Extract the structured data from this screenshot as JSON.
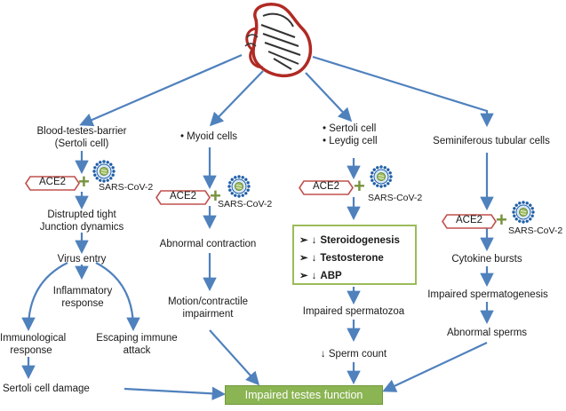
{
  "col1": {
    "header": "Blood-testes-barrier\n(Sertoli cell)",
    "ace2": "ACE2",
    "virus": "SARS-CoV-2",
    "step1": "Distrupted tight\nJunction dynamics",
    "step2": "Virus entry",
    "step3": "Inflammatory\nresponse",
    "step4a": "Immunological\nresponse",
    "step4b": "Escaping immune\nattack",
    "step5": "Sertoli cell damage"
  },
  "col2": {
    "header": "• Myoid cells",
    "ace2": "ACE2",
    "virus": "SARS-CoV-2",
    "step1": "Abnormal contraction",
    "step2": "Motion/contractile\nimpairment"
  },
  "col3": {
    "header": "• Sertoli cell\n• Leydig cell",
    "ace2": "ACE2",
    "virus": "SARS-CoV-2",
    "box_items": [
      "Steroidogenesis",
      "Testosterone",
      "ABP"
    ],
    "step1": "Impaired spermatozoa",
    "step2": "Sperm count"
  },
  "col4": {
    "header": "Seminiferous tubular cells",
    "ace2": "ACE2",
    "virus": "SARS-CoV-2",
    "step1": "Cytokine bursts",
    "step2": "Impaired spermatogenesis",
    "step3": "Abnormal sperms"
  },
  "result": "Impaired testes function",
  "colors": {
    "arrow": "#4f81bd",
    "ace2_border": "#c0504d",
    "plus": "#77933c",
    "box_border": "#9bbb59",
    "result_fill": "#8bb453",
    "testis": "#b02a24"
  },
  "icons": [
    "testis-icon",
    "virus-icon",
    "down-arrow-icon",
    "chevron-right-icon"
  ]
}
